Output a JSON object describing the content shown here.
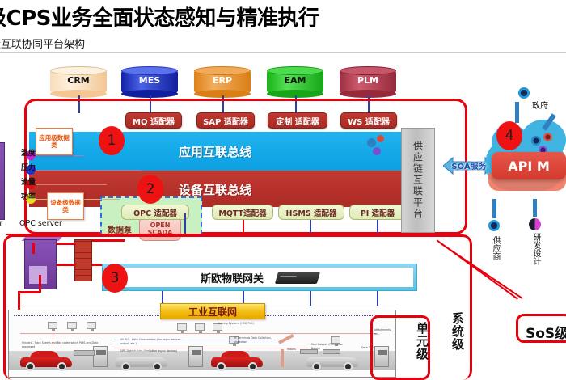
{
  "header": {
    "title": "级CPS业务全面状态感知与精准执行",
    "subtitle": "造互联协同平台架构"
  },
  "databases": [
    {
      "label": "CRM",
      "color": "#f7c99a"
    },
    {
      "label": "MES",
      "color": "#1a2fd0"
    },
    {
      "label": "ERP",
      "color": "#e8922a"
    },
    {
      "label": "EAM",
      "color": "#23c723"
    },
    {
      "label": "PLM",
      "color": "#b83a4c"
    }
  ],
  "app_adapters": [
    {
      "label": "MQ 适配器"
    },
    {
      "label": "SAP 适配器"
    },
    {
      "label": "定制 适配器"
    },
    {
      "label": "WS 适配器"
    }
  ],
  "buses": {
    "application": "应用互联总线",
    "device": "设备互联总线"
  },
  "device_adapters": [
    {
      "label": "OPC 适配器"
    },
    {
      "label": "MQTT适配器"
    },
    {
      "label": "HSMS 适配器"
    },
    {
      "label": "PI 适配器"
    }
  ],
  "data_pump": {
    "label": "数据泵",
    "scada": "OPEN SCADA"
  },
  "supply_chain_panel": "供应链互联平台",
  "soa": {
    "label": "SOA服务"
  },
  "api_cloud": {
    "label": "API M",
    "nodes": [
      {
        "label": "政府",
        "icon": "gear-icon"
      },
      {
        "label": "供应商",
        "icon": "gear-icon"
      },
      {
        "label": "研发设计",
        "icon": "bulb-icon"
      }
    ]
  },
  "gateway": {
    "label": "斯欧物联网关",
    "device_icon": "network-appliance-icon"
  },
  "industrial_internet": "工业互联网",
  "levels": {
    "unit": "单元级",
    "system": "系统级",
    "sos": "SoS级"
  },
  "badges": [
    {
      "number": "1"
    },
    {
      "number": "2"
    },
    {
      "number": "3"
    },
    {
      "number": "4"
    }
  ],
  "sensors": [
    {
      "label": "温度",
      "color": "#cc22cc"
    },
    {
      "label": "压力",
      "color": "#2233cc"
    },
    {
      "label": "流量",
      "color": "#e01010"
    },
    {
      "label": "功率",
      "color": "#e8e020"
    }
  ],
  "opc_servers": [
    {
      "label": "OPC server"
    },
    {
      "label": "rver"
    }
  ],
  "data_tags": [
    {
      "label": "应用级数据类"
    },
    {
      "label": "设备级数据类"
    }
  ],
  "factory_texts": [
    {
      "label": "Printers - Track Sheets and Bar codes which PIMS and Data processed"
    },
    {
      "label": "All PLC - Data Concentrator (For async devices - output, etc.)"
    },
    {
      "label": "OPC Output Sync (And other async devices)"
    },
    {
      "label": "Existing Systems (HMI, PLC)"
    },
    {
      "label": "RF Terminals Data Collection, Inspection"
    },
    {
      "label": "Robots"
    },
    {
      "label": "Seal Gabode (Perception Bauer)"
    },
    {
      "label": "Data Collection"
    },
    {
      "label": "attachments on..."
    }
  ],
  "colors": {
    "red": "#e8000d",
    "app_bus": "#13a7e8",
    "dev_bus": "#b5302a",
    "gold": "#f2bb11",
    "cloud": "#3fb4e0"
  }
}
